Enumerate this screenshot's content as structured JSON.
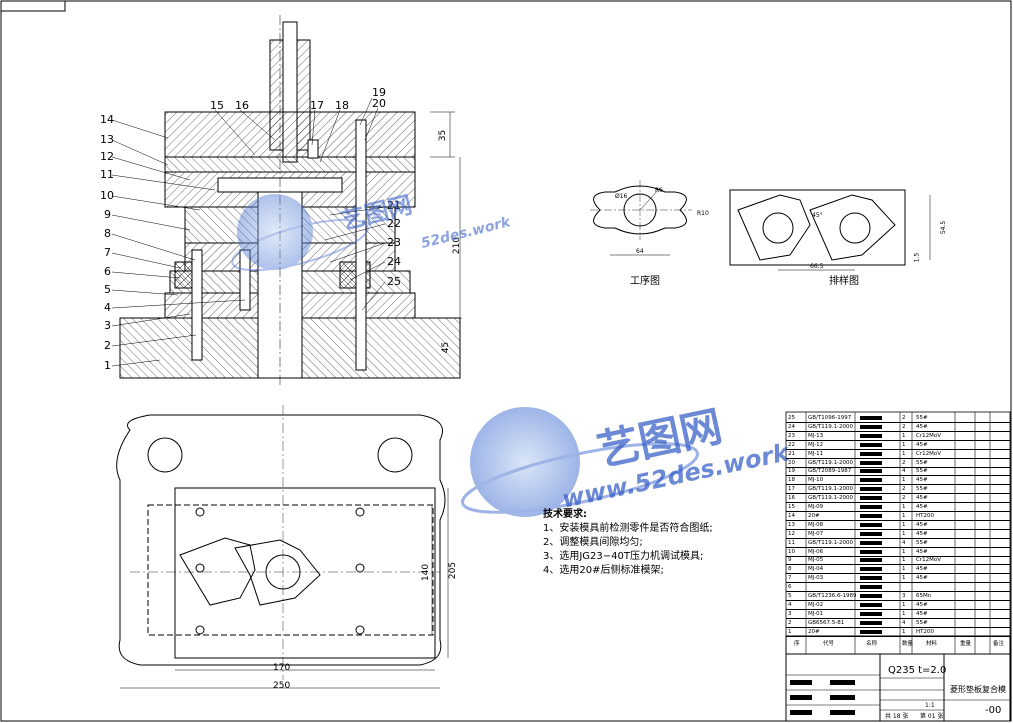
{
  "part_labels": [
    "1",
    "2",
    "3",
    "4",
    "5",
    "6",
    "7",
    "8",
    "9",
    "10",
    "11",
    "12",
    "13",
    "14",
    "15",
    "16",
    "17",
    "18",
    "19",
    "20",
    "21",
    "22",
    "23",
    "24",
    "25"
  ],
  "dims": {
    "h35": "35",
    "h45": "45",
    "h210": "210",
    "w170": "170",
    "w250": "250",
    "h140": "140",
    "h205": "205",
    "hole_d": "Ø16",
    "r_small": "R6",
    "r_big": "R10",
    "w64": "64",
    "pitch": "66.5",
    "angle": "45°",
    "height_blank": "54.5",
    "gap": "1.5"
  },
  "captions": {
    "process": "工序图",
    "layout": "排样图"
  },
  "requirements": {
    "title": "技术要求:",
    "items": [
      "1、安装模具前检测零件是否符合图纸;",
      "2、调整模具间隙均匀;",
      "3、选用JG23−40T压力机调试模具;",
      "4、选用20#后侧标准模架;"
    ]
  },
  "watermark": {
    "brand": "艺图网",
    "url": "www.52des.work",
    "url_small": "52des.work"
  },
  "bom": {
    "rows": [
      {
        "no": "25",
        "code": "GB/T1096-1997",
        "qty": "2",
        "mat": "55#"
      },
      {
        "no": "24",
        "code": "GB/T119.1-2000",
        "qty": "2",
        "mat": "45#"
      },
      {
        "no": "23",
        "code": "MJ-13",
        "qty": "1",
        "mat": "Cr12MoV"
      },
      {
        "no": "22",
        "code": "MJ-12",
        "qty": "1",
        "mat": "45#"
      },
      {
        "no": "21",
        "code": "MJ-11",
        "qty": "1",
        "mat": "Cr12MoV"
      },
      {
        "no": "20",
        "code": "GB/T119.1-2000",
        "qty": "2",
        "mat": "55#"
      },
      {
        "no": "19",
        "code": "GB/T2089-1987",
        "qty": "4",
        "mat": "55#"
      },
      {
        "no": "18",
        "code": "MJ-10",
        "qty": "1",
        "mat": "45#"
      },
      {
        "no": "17",
        "code": "GB/T119.1-2000",
        "qty": "2",
        "mat": "55#"
      },
      {
        "no": "16",
        "code": "GB/T119.1-2000",
        "qty": "2",
        "mat": "45#"
      },
      {
        "no": "15",
        "code": "MJ-09",
        "qty": "1",
        "mat": "45#"
      },
      {
        "no": "14",
        "code": "20#",
        "qty": "1",
        "mat": "HT200"
      },
      {
        "no": "13",
        "code": "MJ-08",
        "qty": "1",
        "mat": "45#"
      },
      {
        "no": "12",
        "code": "MJ-07",
        "qty": "1",
        "mat": "45#"
      },
      {
        "no": "11",
        "code": "GB/T119.1-2000",
        "qty": "4",
        "mat": "55#"
      },
      {
        "no": "10",
        "code": "MJ-06",
        "qty": "1",
        "mat": "45#"
      },
      {
        "no": "9",
        "code": "MJ-05",
        "qty": "1",
        "mat": "Cr12MoV"
      },
      {
        "no": "8",
        "code": "MJ-04",
        "qty": "1",
        "mat": "45#"
      },
      {
        "no": "7",
        "code": "MJ-03",
        "qty": "1",
        "mat": "45#"
      },
      {
        "no": "6",
        "code": "",
        "qty": "",
        "mat": ""
      },
      {
        "no": "5",
        "code": "GB/T1236.6-1989",
        "qty": "3",
        "mat": "65Mn"
      },
      {
        "no": "4",
        "code": "MJ-02",
        "qty": "1",
        "mat": "45#"
      },
      {
        "no": "3",
        "code": "MJ-01",
        "qty": "1",
        "mat": "45#"
      },
      {
        "no": "2",
        "code": "GB6567.5-81",
        "qty": "4",
        "mat": "55#"
      },
      {
        "no": "1",
        "code": "20#",
        "qty": "1",
        "mat": "HT200"
      }
    ],
    "headers": {
      "no": "序",
      "code": "代号",
      "name": "名称",
      "qty": "数量",
      "mat": "材料",
      "weight": "重量",
      "note": "备注"
    }
  },
  "title_block": {
    "material": "Q235  t=2.0",
    "drawing_name": "菱形垫板复合模",
    "drawing_no": "-00",
    "scale": "1:1",
    "sheet_total": "共 18 张",
    "sheet_no": "第 01 张"
  }
}
